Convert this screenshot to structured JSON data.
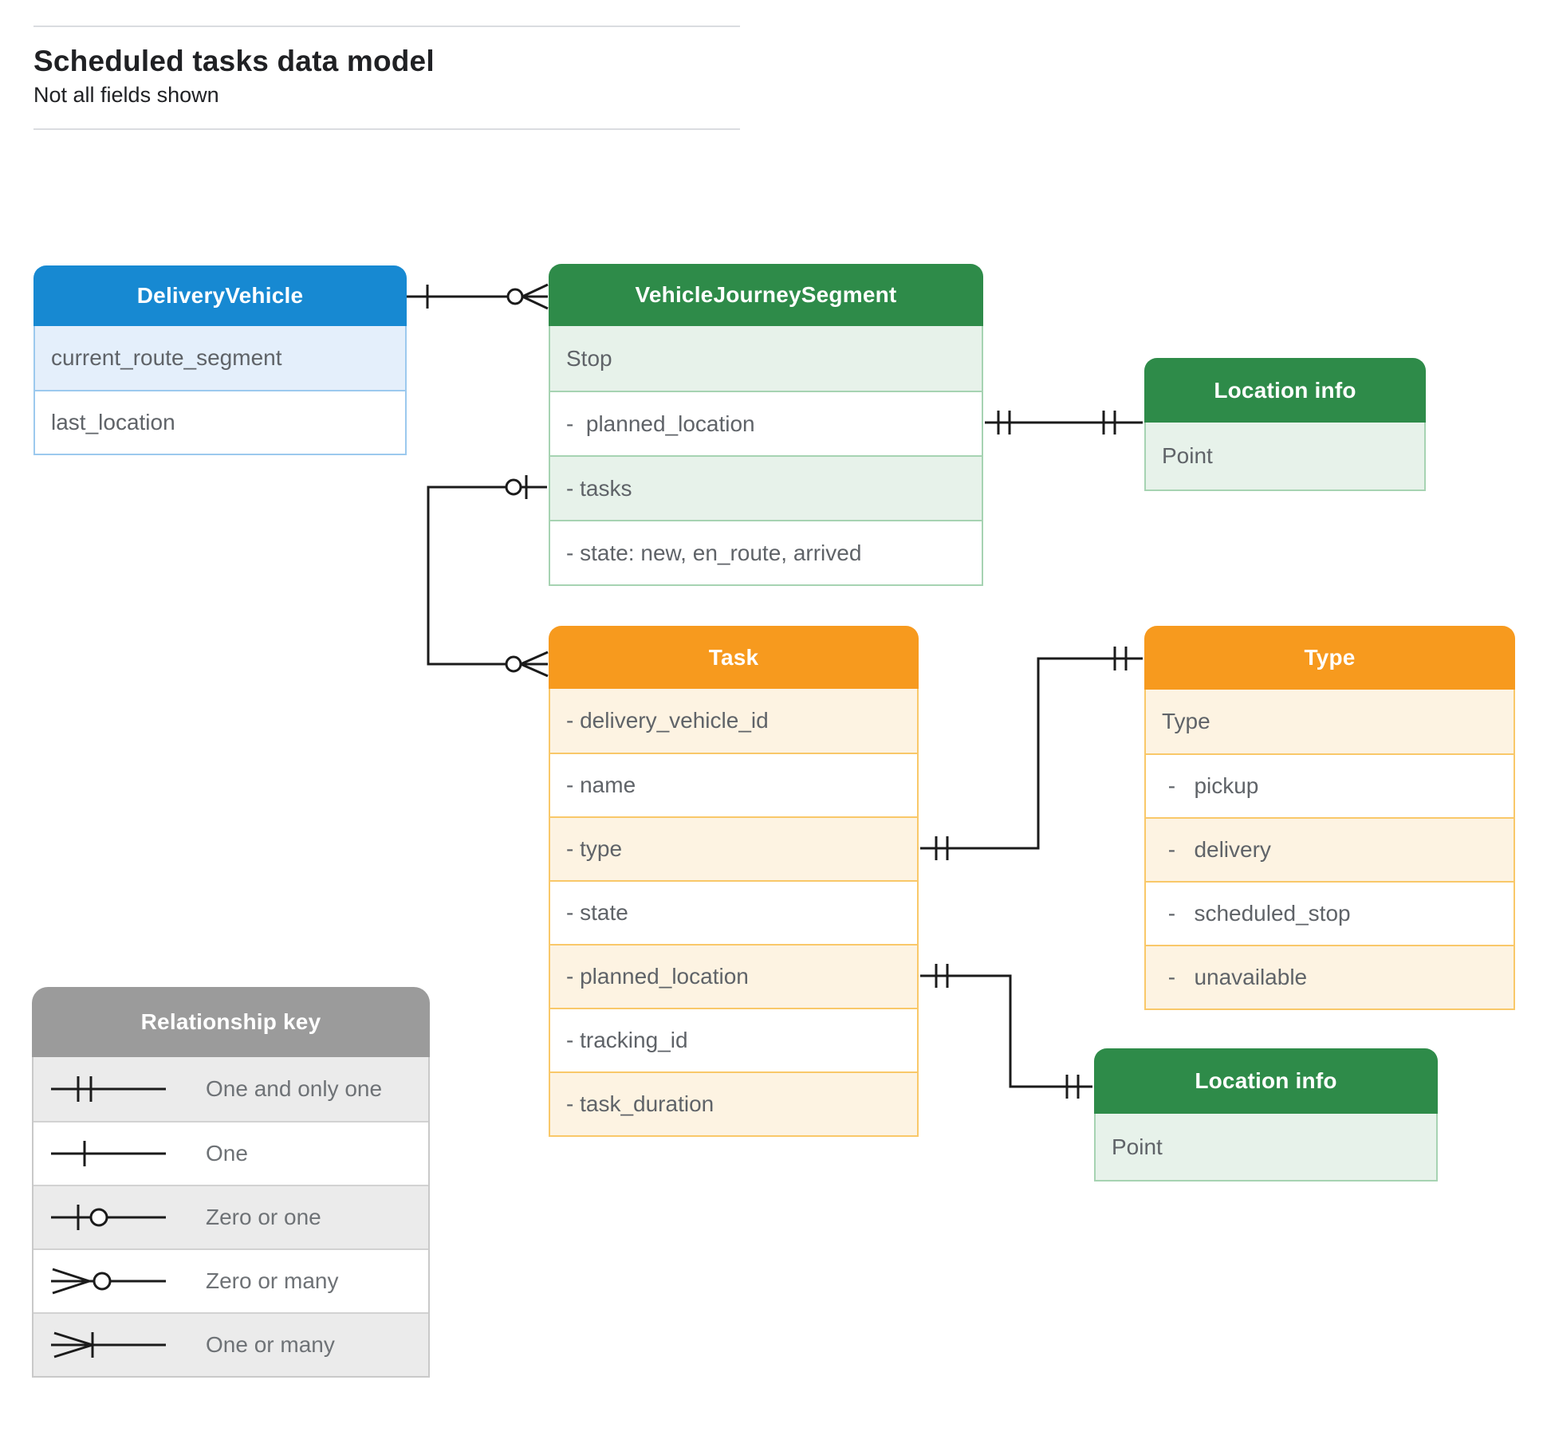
{
  "title": {
    "heading": "Scheduled tasks data model",
    "subheading": "Not all fields shown"
  },
  "colors": {
    "blue_header": "#1789d2",
    "blue_row": "#e4effb",
    "green_header": "#2e8b49",
    "green_row": "#e7f2ea",
    "orange_header": "#f79a1e",
    "orange_row": "#fdf3e2",
    "gray_header": "#9b9b9b",
    "gray_row": "#ebebeb",
    "field_text": "#5f6368",
    "connector": "#1b1b1b"
  },
  "entities": [
    {
      "name": "DeliveryVehicle",
      "fields": [
        {
          "label": "current_route_segment"
        },
        {
          "label": "last_location"
        }
      ]
    },
    {
      "name": "VehicleJourneySegment",
      "fields": [
        {
          "label": "Stop"
        },
        {
          "label": "-  planned_location"
        },
        {
          "label": "- tasks"
        },
        {
          "label": "- state: new, en_route, arrived"
        }
      ]
    },
    {
      "name": "Location info",
      "fields": [
        {
          "label": "Point"
        }
      ]
    },
    {
      "name": "Task",
      "fields": [
        {
          "label": "- delivery_vehicle_id"
        },
        {
          "label": "- name"
        },
        {
          "label": "- type"
        },
        {
          "label": "- state"
        },
        {
          "label": "- planned_location"
        },
        {
          "label": "- tracking_id"
        },
        {
          "label": "- task_duration"
        }
      ]
    },
    {
      "name": "Type",
      "fields": [
        {
          "label": "Type"
        },
        {
          "label": " -   pickup"
        },
        {
          "label": " -   delivery"
        },
        {
          "label": " -   scheduled_stop"
        },
        {
          "label": " -   unavailable"
        }
      ]
    },
    {
      "name": "Location info",
      "fields": [
        {
          "label": "Point"
        }
      ]
    }
  ],
  "legend": {
    "title": "Relationship key",
    "items": [
      {
        "symbol": "one-and-only-one",
        "label": "One and only one"
      },
      {
        "symbol": "one",
        "label": "One"
      },
      {
        "symbol": "zero-or-one",
        "label": "Zero or one"
      },
      {
        "symbol": "zero-or-many",
        "label": "Zero or many"
      },
      {
        "symbol": "one-or-many",
        "label": "One or many"
      }
    ]
  }
}
